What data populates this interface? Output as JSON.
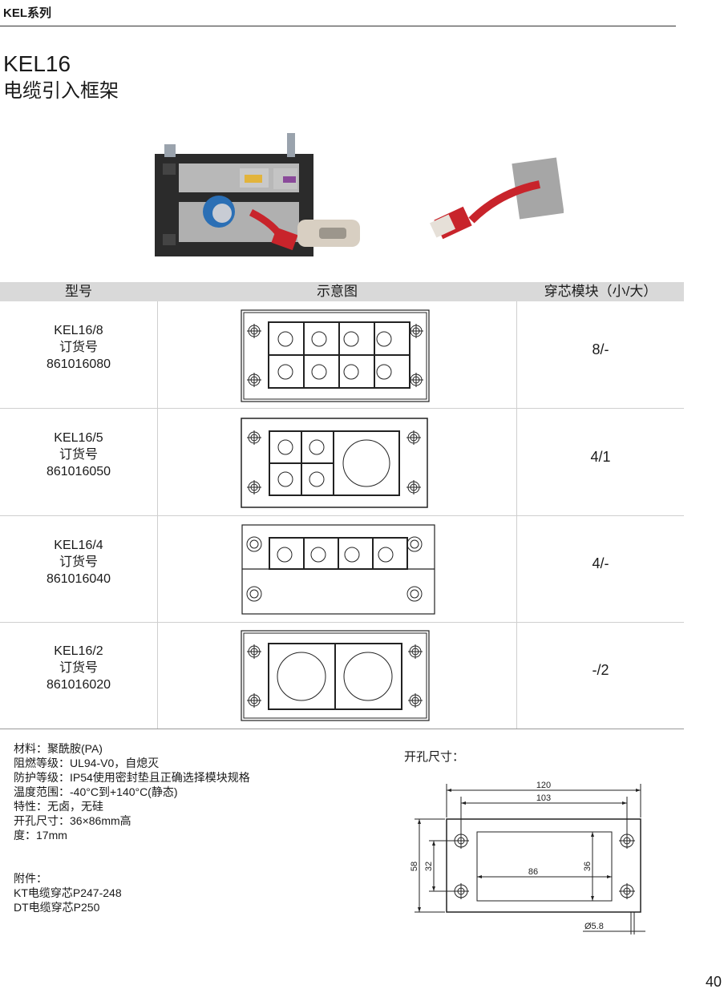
{
  "header": {
    "series": "KEL系列"
  },
  "product": {
    "title": "KEL16",
    "subtitle": "电缆引入框架"
  },
  "table": {
    "headers": [
      "型号",
      "示意图",
      "穿芯模块（小/大）"
    ],
    "rows": [
      {
        "model": "KEL16/8",
        "order_label": "订货号",
        "order_no": "861016080",
        "modules": "8/-"
      },
      {
        "model": "KEL16/5",
        "order_label": "订货号",
        "order_no": "861016050",
        "modules": "4/1"
      },
      {
        "model": "KEL16/4",
        "order_label": "订货号",
        "order_no": "861016040",
        "modules": "4/-"
      },
      {
        "model": "KEL16/2",
        "order_label": "订货号",
        "order_no": "861016020",
        "modules": "-/2"
      }
    ]
  },
  "specs": {
    "lines": [
      "材料：聚酰胺(PA)",
      "阻燃等级：UL94-V0，自熄灭",
      "防护等级：IP54使用密封垫且正确选择模块规格",
      "温度范围：-40°C到+140°C(静态)",
      "特性：无卤，无硅",
      "开孔尺寸：36×86mm高",
      "度：17mm"
    ],
    "accessories_title": "附件：",
    "accessories": [
      "KT电缆穿芯P247-248",
      "DT电缆穿芯P250"
    ]
  },
  "cutout": {
    "title": "开孔尺寸：",
    "dims": {
      "outer_width": "120",
      "hole_spacing": "103",
      "opening_width": "86",
      "opening_height": "36",
      "hole_spacing_v": "32",
      "outer_height": "58",
      "hole_diameter": "Ø5.8"
    }
  },
  "page_number": "40"
}
